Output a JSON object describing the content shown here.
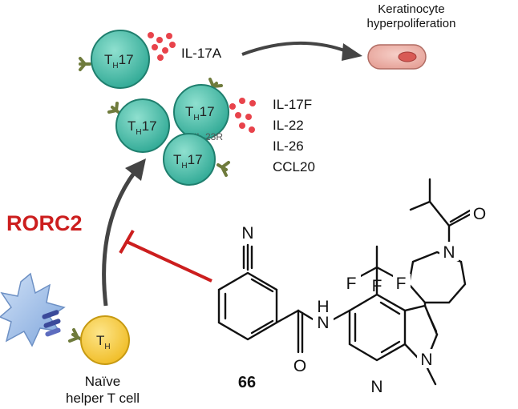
{
  "header": {
    "line1": "Keratinocyte",
    "line2": "hyperpoliferation"
  },
  "th17": {
    "main": "T",
    "sub": "H",
    "num": "17"
  },
  "naive_cell": {
    "main": "T",
    "sub": "H"
  },
  "cytokines": {
    "il17a": "IL-17A",
    "il17f": "IL-17F",
    "il22": "IL-22",
    "il26": "IL-26",
    "ccl20": "CCL20"
  },
  "receptor": "IL-23R",
  "inhibitor_target": "RORC2",
  "naive_label": {
    "line1": "Naïve",
    "line2": "helper T cell"
  },
  "compound": {
    "id": "66",
    "atoms": {
      "N": "N",
      "O": "O",
      "F": "F",
      "H": "H"
    }
  },
  "colors": {
    "cell_fill": "#35b7a0",
    "cell_stroke": "#1f7f6e",
    "naive_fill": "#f4c534",
    "naive_stroke": "#c79a12",
    "red": "#cc1e1e",
    "arrow": "#444444",
    "dots": "#e8434b",
    "keratinocyte": "#f2b8b0",
    "dendritic": "#a8c6ea"
  }
}
